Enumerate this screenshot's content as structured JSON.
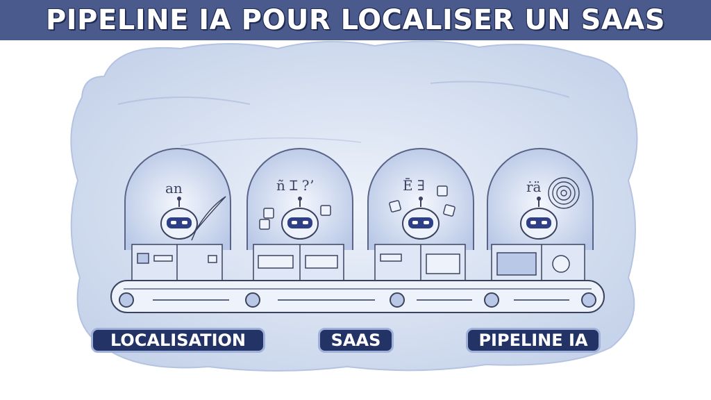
{
  "banner": {
    "title": "PIPELINE IA POUR LOCALISER UN SAAS"
  },
  "labels": [
    "LOCALISATION",
    "SAAS",
    "PIPELINE IA"
  ],
  "colors": {
    "banner_bg": "#4a5a8c",
    "label_bg": "#233366",
    "cloud": "#c8d4ea",
    "ink": "#3a4260",
    "robot_eyes": "#2e3f86"
  },
  "illustration": {
    "robots": [
      {
        "prop": "quill-icon",
        "glyph_text": "an"
      },
      {
        "prop": "floating-cards-icon",
        "glyph_text": "ñ Ɪ ?ʼ"
      },
      {
        "prop": "floating-cards-icon",
        "glyph_text": "Ē ∃"
      },
      {
        "prop": "spiral-icon",
        "glyph_text": "ṙä"
      }
    ]
  }
}
